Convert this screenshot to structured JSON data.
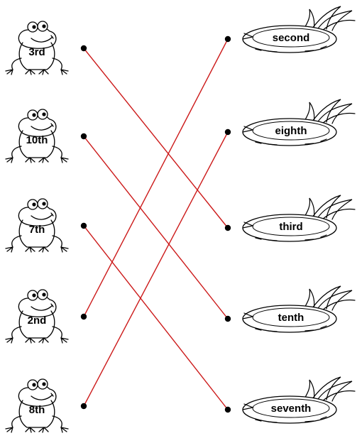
{
  "worksheet": {
    "frogs": [
      {
        "label": "3rd"
      },
      {
        "label": "10th"
      },
      {
        "label": "7th"
      },
      {
        "label": "2nd"
      },
      {
        "label": "8th"
      }
    ],
    "pads": [
      {
        "label": "second"
      },
      {
        "label": "eighth"
      },
      {
        "label": "third"
      },
      {
        "label": "tenth"
      },
      {
        "label": "seventh"
      }
    ],
    "matches": [
      {
        "frog": "3rd",
        "pad": "third"
      },
      {
        "frog": "10th",
        "pad": "tenth"
      },
      {
        "frog": "7th",
        "pad": "seventh"
      },
      {
        "frog": "2nd",
        "pad": "second"
      },
      {
        "frog": "8th",
        "pad": "eighth"
      }
    ],
    "line_color": "#cc1a1a",
    "dot_color": "#000000",
    "outline_color": "#000000"
  }
}
